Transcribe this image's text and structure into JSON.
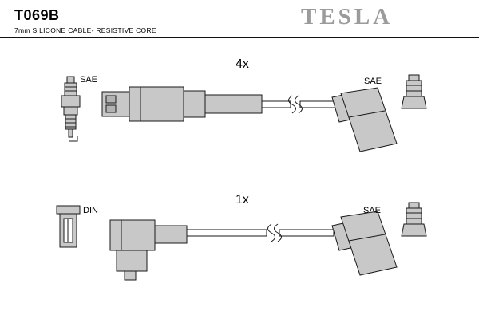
{
  "header": {
    "part_number": "T069B",
    "subtitle": "7mm SILICONE CABLE- RESISTIVE CORE",
    "brand": "TESLA"
  },
  "diagram": {
    "group1": {
      "quantity_label": "4x",
      "left_connector_label": "SAE",
      "right_connector_label": "SAE"
    },
    "group2": {
      "quantity_label": "1x",
      "left_connector_label": "DIN",
      "right_connector_label": "SAE"
    }
  },
  "colors": {
    "part_fill": "#c8c8c8",
    "outline": "#1a1a1a",
    "brand_gray": "#9b9b9b",
    "background": "#ffffff"
  }
}
